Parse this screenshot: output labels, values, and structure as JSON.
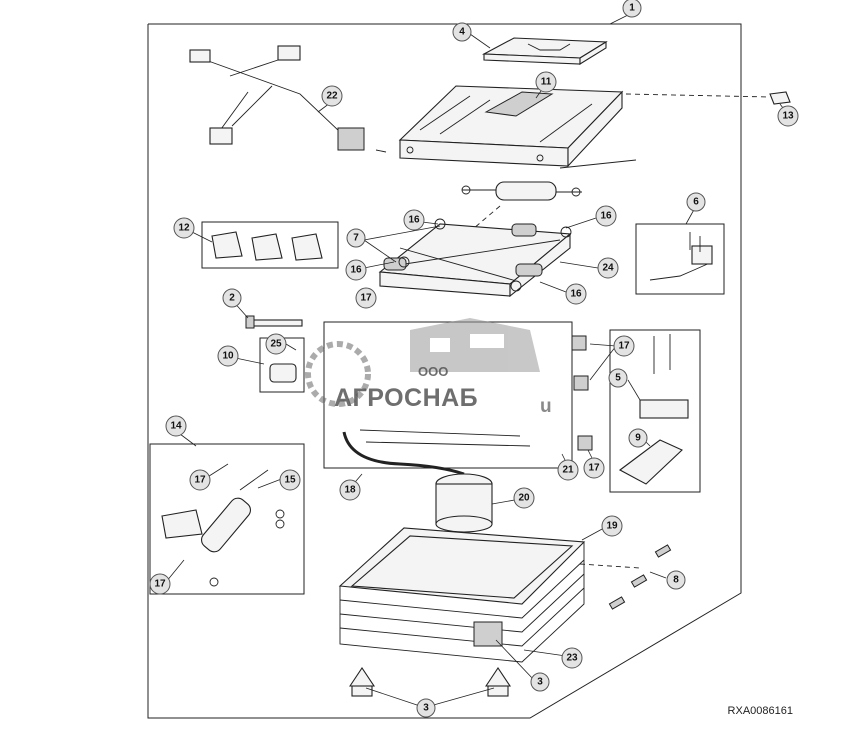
{
  "diagram": {
    "reference_code": "RXA0086161",
    "watermark": {
      "prefix": "ООО",
      "brand": "АГРОСНАБ",
      "suffix": "u"
    },
    "callouts": [
      {
        "id": "c1",
        "label": "1"
      },
      {
        "id": "c2",
        "label": "2"
      },
      {
        "id": "c3a",
        "label": "3"
      },
      {
        "id": "c3b",
        "label": "3"
      },
      {
        "id": "c4",
        "label": "4"
      },
      {
        "id": "c5",
        "label": "5"
      },
      {
        "id": "c6",
        "label": "6"
      },
      {
        "id": "c7",
        "label": "7"
      },
      {
        "id": "c8",
        "label": "8"
      },
      {
        "id": "c9",
        "label": "9"
      },
      {
        "id": "c10",
        "label": "10"
      },
      {
        "id": "c11",
        "label": "11"
      },
      {
        "id": "c12",
        "label": "12"
      },
      {
        "id": "c13",
        "label": "13"
      },
      {
        "id": "c14",
        "label": "14"
      },
      {
        "id": "c15",
        "label": "15"
      },
      {
        "id": "c16a",
        "label": "16"
      },
      {
        "id": "c16b",
        "label": "16"
      },
      {
        "id": "c16c",
        "label": "16"
      },
      {
        "id": "c16d",
        "label": "16"
      },
      {
        "id": "c17a",
        "label": "17"
      },
      {
        "id": "c17b",
        "label": "17"
      },
      {
        "id": "c17c",
        "label": "17"
      },
      {
        "id": "c17d",
        "label": "17"
      },
      {
        "id": "c17e",
        "label": "17"
      },
      {
        "id": "c18",
        "label": "18"
      },
      {
        "id": "c19",
        "label": "19"
      },
      {
        "id": "c20",
        "label": "20"
      },
      {
        "id": "c21",
        "label": "21"
      },
      {
        "id": "c22",
        "label": "22"
      },
      {
        "id": "c23",
        "label": "23"
      },
      {
        "id": "c24",
        "label": "24"
      },
      {
        "id": "c25",
        "label": "25"
      }
    ]
  }
}
